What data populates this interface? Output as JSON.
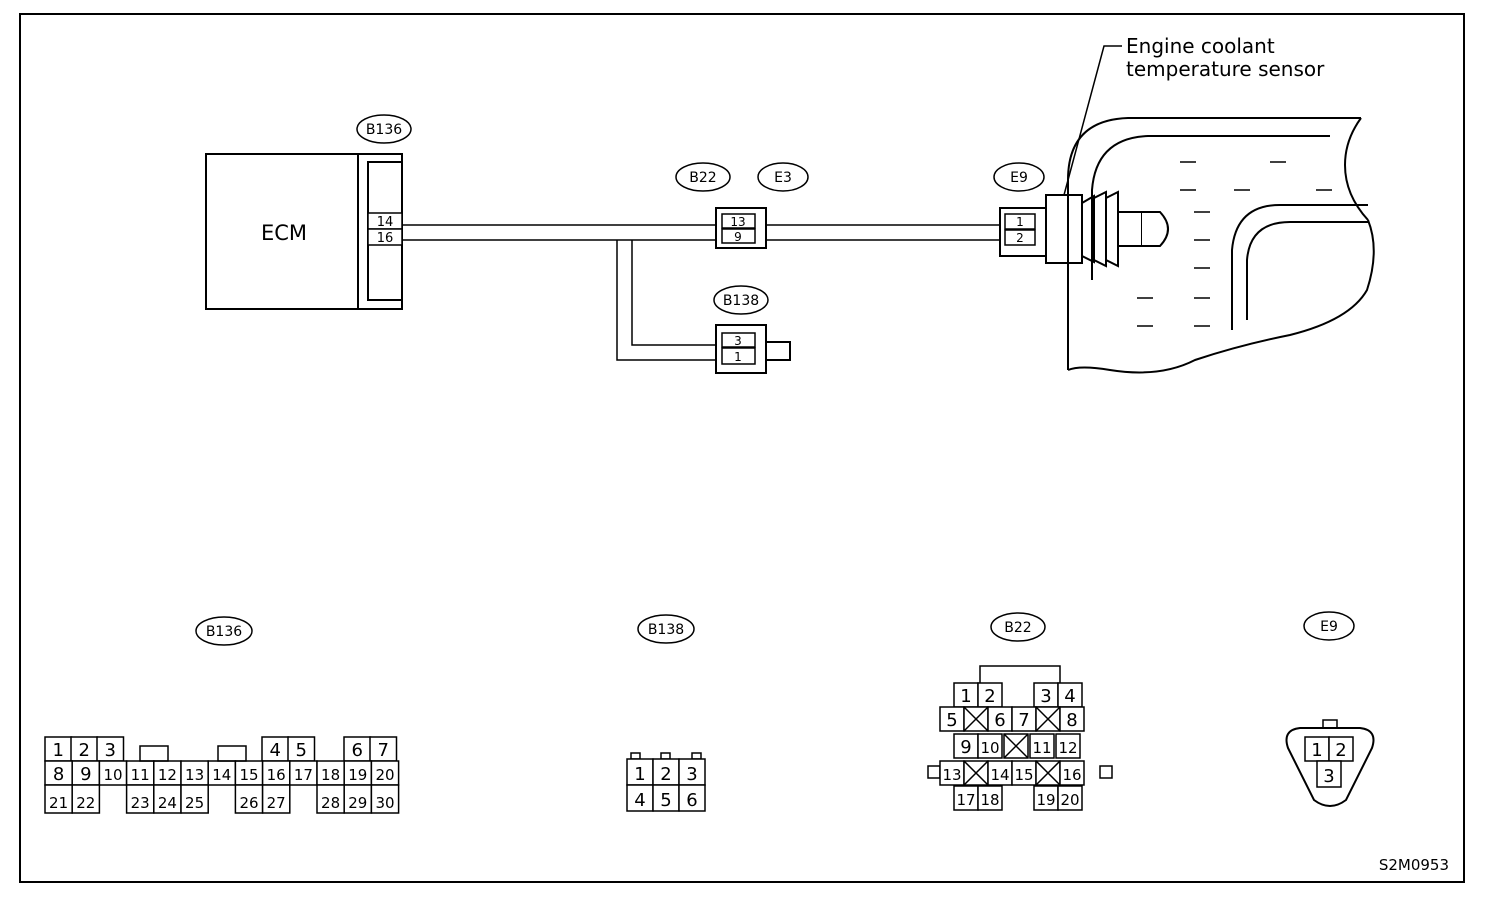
{
  "figure_id": "S2M0953",
  "labels": {
    "ecm": "ECM",
    "sensor_line1": "Engine coolant",
    "sensor_line2": "temperature sensor"
  },
  "connectors": {
    "b136": "B136",
    "b22": "B22",
    "e3": "E3",
    "e9": "E9",
    "b138": "B138"
  },
  "wiring": {
    "ecm_pins": [
      "14",
      "16"
    ],
    "b22_pins": [
      "13",
      "9"
    ],
    "e9_pins": [
      "1",
      "2"
    ],
    "b138_pins": [
      "3",
      "1"
    ]
  },
  "pinouts": {
    "b136": {
      "label": "B136",
      "rows": [
        [
          "1",
          "2",
          "3",
          "",
          "",
          "",
          "",
          "",
          "",
          "",
          "4",
          "5",
          "",
          "6",
          "7"
        ],
        [
          "8",
          "9",
          "10",
          "11",
          "12",
          "13",
          "14",
          "15",
          "16",
          "17",
          "18",
          "19",
          "20"
        ],
        [
          "21",
          "22",
          "",
          "23",
          "24",
          "25",
          "",
          "26",
          "27",
          "",
          "28",
          "29",
          "30"
        ]
      ]
    },
    "b138": {
      "label": "B138",
      "rows": [
        [
          "1",
          "2",
          "3"
        ],
        [
          "4",
          "5",
          "6"
        ]
      ]
    },
    "b22": {
      "label": "B22",
      "rows": [
        [
          "1",
          "2",
          "3",
          "4"
        ],
        [
          "5",
          "X",
          "6",
          "7",
          "X",
          "8"
        ],
        [
          "9",
          "10",
          "X",
          "11",
          "12"
        ],
        [
          "13",
          "X",
          "14",
          "15",
          "X",
          "16"
        ],
        [
          "17",
          "18",
          "19",
          "20"
        ]
      ]
    },
    "e9": {
      "label": "E9",
      "rows": [
        [
          "1",
          "2"
        ],
        [
          "3"
        ]
      ]
    }
  }
}
